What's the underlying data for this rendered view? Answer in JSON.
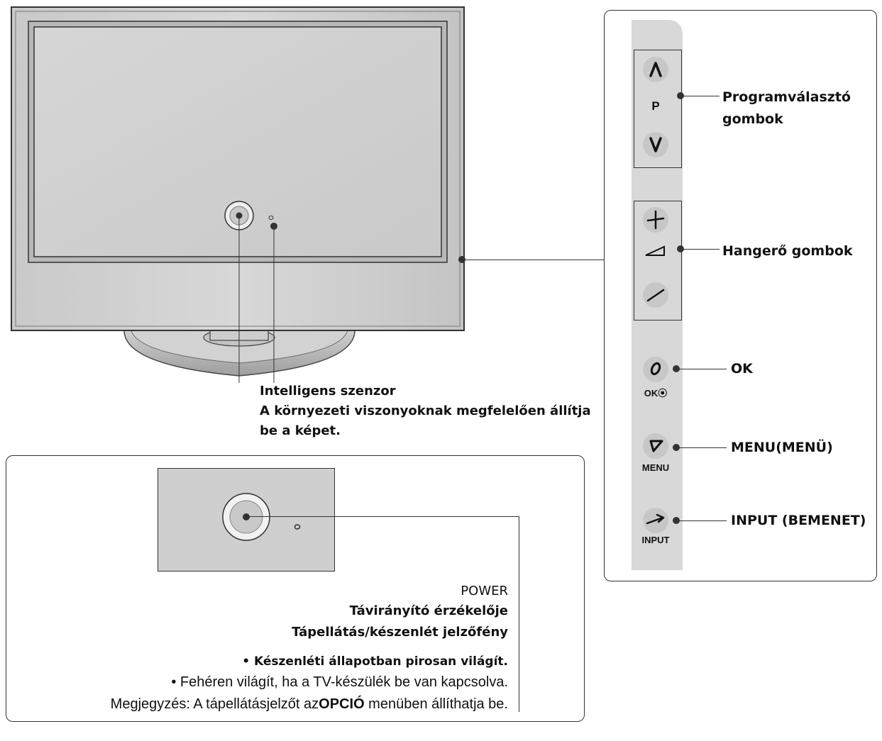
{
  "side_panel": {
    "program_label_line1": "Programválasztó",
    "program_label_line2": "gombok",
    "program_center": "P",
    "volume_label": "Hangerő gombok",
    "ok_label": "OK",
    "ok_caption": "OK⦿",
    "menu_label": "MENU(MENÜ)",
    "menu_caption": "MENU",
    "input_label": "INPUT (BEMENET)",
    "input_caption": "INPUT"
  },
  "sensor": {
    "title": "Intelligens szenzor",
    "desc_line1": "A környezeti viszonyoknak megfelelően állítja",
    "desc_line2": "be a képet."
  },
  "power_box": {
    "power": "POWER",
    "remote_sensor": "Távirányító érzékelője",
    "indicator": "Tápellátás/készenlét jelzőfény",
    "standby": "• Készenléti állapotban pirosan világít.",
    "on_white": "• Fehéren világít, ha a TV-készülék be van kapcsolva.",
    "note_prefix": "Megjegyzés: A tápellátásjelzőt az",
    "note_bold": "OPCIÓ",
    "note_suffix": " menüben állíthatja be."
  }
}
